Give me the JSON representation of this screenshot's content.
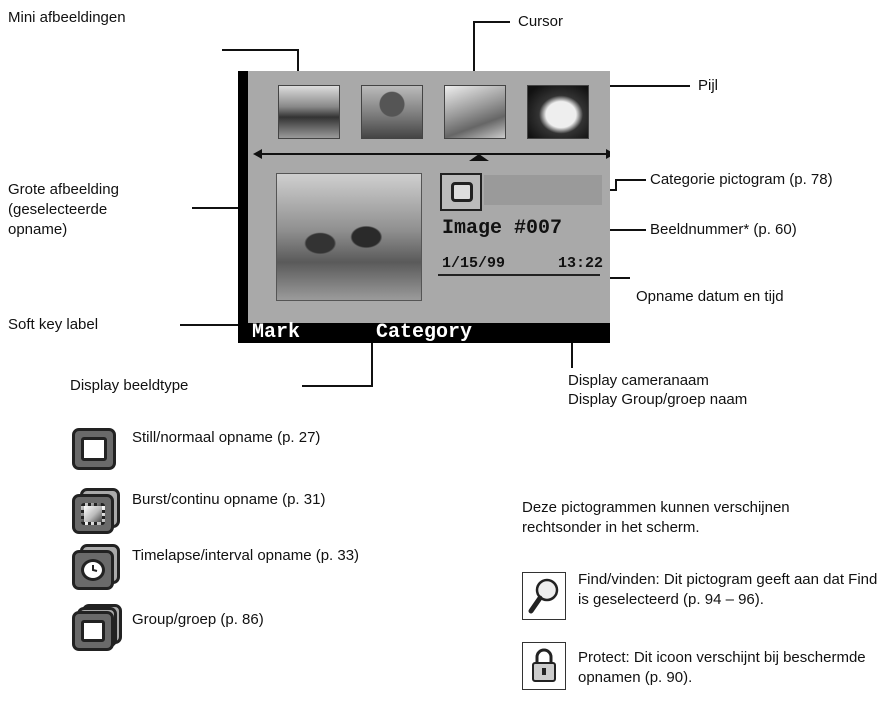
{
  "labels": {
    "mini": "Mini afbeeldingen",
    "cursor": "Cursor",
    "pijl": "Pijl",
    "grote": "Grote afbeelding (geselecteerde opname)",
    "categorie": "Categorie pictogram (p. 78)",
    "beeldnummer": "Beeldnummer* (p. 60)",
    "datum": "Opname datum en tijd",
    "softkey": "Soft key label",
    "beeldtype": "Display beeldtype",
    "cameranaam": "Display cameranaam",
    "groepnaam": "Display Group/groep naam"
  },
  "screen": {
    "image_number": "Image #007",
    "date": "1/15/99",
    "time": "13:22",
    "softkey_left": "Mark",
    "softkey_right": "Category"
  },
  "legend": [
    {
      "icon": "still-icon",
      "text": "Still/normaal opname (p. 27)"
    },
    {
      "icon": "burst-icon",
      "text": "Burst/continu opname (p. 31)"
    },
    {
      "icon": "timelapse-icon",
      "text": "Timelapse/interval opname (p. 33)"
    },
    {
      "icon": "group-icon",
      "text": "Group/groep (p. 86)"
    }
  ],
  "right_note": "Deze pictogrammen kunnen verschijnen rechtsonder in het scherm.",
  "find": {
    "icon": "magnifier-icon",
    "text": "Find/vinden: Dit pictogram geeft aan dat Find is geselecteerd (p. 94 – 96)."
  },
  "protect": {
    "icon": "padlock-icon",
    "text": "Protect: Dit icoon verschijnt bij beschermde opnamen (p. 90)."
  }
}
